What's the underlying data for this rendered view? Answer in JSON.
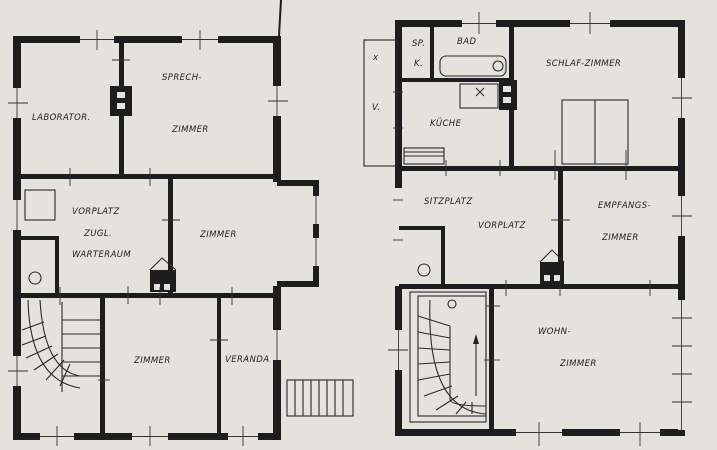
{
  "plans": [
    {
      "id": "lower",
      "rooms": [
        {
          "id": "laboratorium",
          "label": "LABORATOR."
        },
        {
          "id": "sprechzimmer-1",
          "label": "SPRECH-"
        },
        {
          "id": "sprechzimmer-2",
          "label": "ZIMMER"
        },
        {
          "id": "vorplatz-1",
          "label": "VORPLATZ"
        },
        {
          "id": "vorplatz-2",
          "label": "ZUGL."
        },
        {
          "id": "vorplatz-3",
          "label": "WARTERAUM"
        },
        {
          "id": "zimmer-east",
          "label": "ZIMMER"
        },
        {
          "id": "zimmer-south",
          "label": "ZIMMER"
        },
        {
          "id": "veranda",
          "label": "VERANDA"
        }
      ]
    },
    {
      "id": "upper",
      "rooms": [
        {
          "id": "sp",
          "label": "SP."
        },
        {
          "id": "k-small",
          "label": "K."
        },
        {
          "id": "x-mark",
          "label": "x"
        },
        {
          "id": "v-mark",
          "label": "V."
        },
        {
          "id": "bad",
          "label": "BAD"
        },
        {
          "id": "schlafzimmer",
          "label": "SCHLAF-ZIMMER"
        },
        {
          "id": "kueche",
          "label": "KÜCHE"
        },
        {
          "id": "sitzplatz",
          "label": "SITZPLATZ"
        },
        {
          "id": "vorplatz",
          "label": "VORPLATZ"
        },
        {
          "id": "empfangs-1",
          "label": "EMPFANGS-"
        },
        {
          "id": "empfangs-2",
          "label": "ZIMMER"
        },
        {
          "id": "wohn-1",
          "label": "WOHN-"
        },
        {
          "id": "wohn-2",
          "label": "ZIMMER"
        }
      ]
    }
  ]
}
